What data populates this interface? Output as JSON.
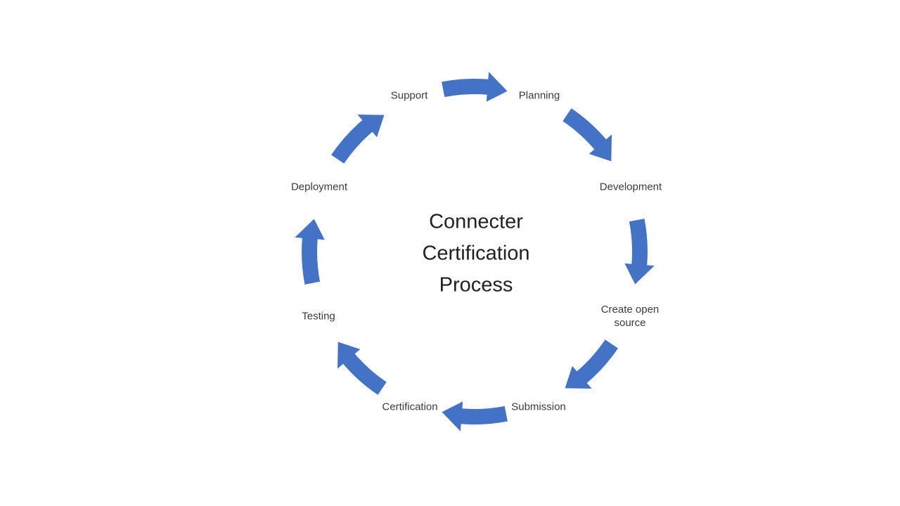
{
  "title": {
    "text": "Connecter Certification Process",
    "lines": [
      "Connecter",
      "Certification",
      "Process"
    ]
  },
  "steps": [
    {
      "label": "Support"
    },
    {
      "label": "Planning"
    },
    {
      "label": "Development"
    },
    {
      "label": "Create open source"
    },
    {
      "label": "Submission"
    },
    {
      "label": "Certification"
    },
    {
      "label": "Testing"
    },
    {
      "label": "Deployment"
    }
  ],
  "arrows": [
    {
      "from": "Support",
      "to": "Planning"
    },
    {
      "from": "Planning",
      "to": "Development"
    },
    {
      "from": "Development",
      "to": "Create open source"
    },
    {
      "from": "Create open source",
      "to": "Submission"
    },
    {
      "from": "Submission",
      "to": "Certification"
    },
    {
      "from": "Certification",
      "to": "Testing"
    },
    {
      "from": "Testing",
      "to": "Deployment"
    },
    {
      "from": "Deployment",
      "to": "Support"
    }
  ],
  "colors": {
    "arrow": "#4472C4",
    "title_text": "#212121",
    "label_text": "#3A3A3A",
    "background": "#FFFFFF"
  }
}
